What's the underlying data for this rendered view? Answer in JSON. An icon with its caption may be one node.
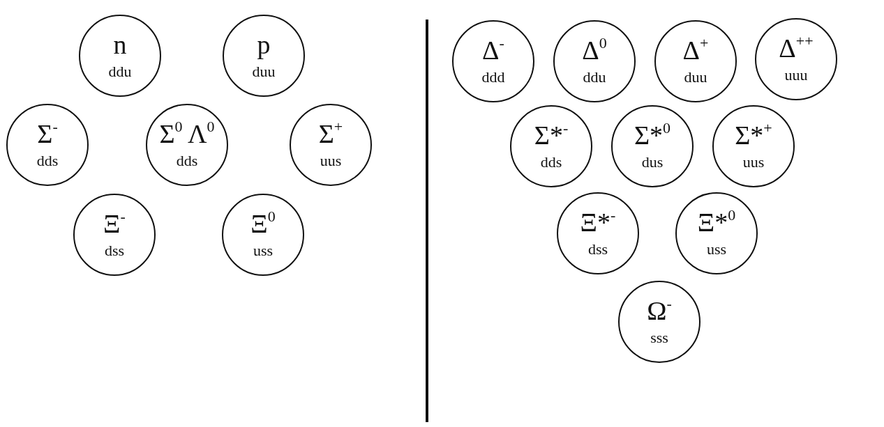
{
  "diagram": {
    "nodes": [
      {
        "text": [
          "n",
          "ddu"
        ]
      },
      {
        "text": [
          "p",
          "duu"
        ]
      },
      {
        "text": [
          "Σ$^{-}$",
          "dds"
        ]
      },
      {
        "text": [
          "Σ$^{0}$ Λ$^{0}$",
          "dds"
        ]
      },
      {
        "text": [
          "Σ$^{+}$",
          "uus"
        ]
      },
      {
        "text": [
          "Ξ$^{-}$",
          "dss"
        ]
      },
      {
        "text": [
          "Ξ$^{0}$",
          "uss"
        ]
      },
      {
        "text": [
          "Δ$^{-}$",
          "ddd"
        ]
      },
      {
        "text": [
          "Δ$^{0}$",
          "ddu"
        ]
      },
      {
        "text": [
          "Δ$^{+}$",
          "duu"
        ]
      },
      {
        "text": [
          "Δ$^{++}$",
          "uuu"
        ]
      },
      {
        "text": [
          "Σ*$^{-}$",
          "dds"
        ]
      },
      {
        "text": [
          "Σ*$^{0}$",
          "dus"
        ]
      },
      {
        "text": [
          "Σ*$^{+}$",
          "uus"
        ]
      },
      {
        "text": [
          "Ξ*$^{-}$",
          "dss"
        ]
      },
      {
        "text": [
          "Ξ*$^{0}$",
          "uss"
        ]
      },
      {
        "text": [
          "Ω$^{-}$",
          "sss"
        ]
      }
    ]
  }
}
